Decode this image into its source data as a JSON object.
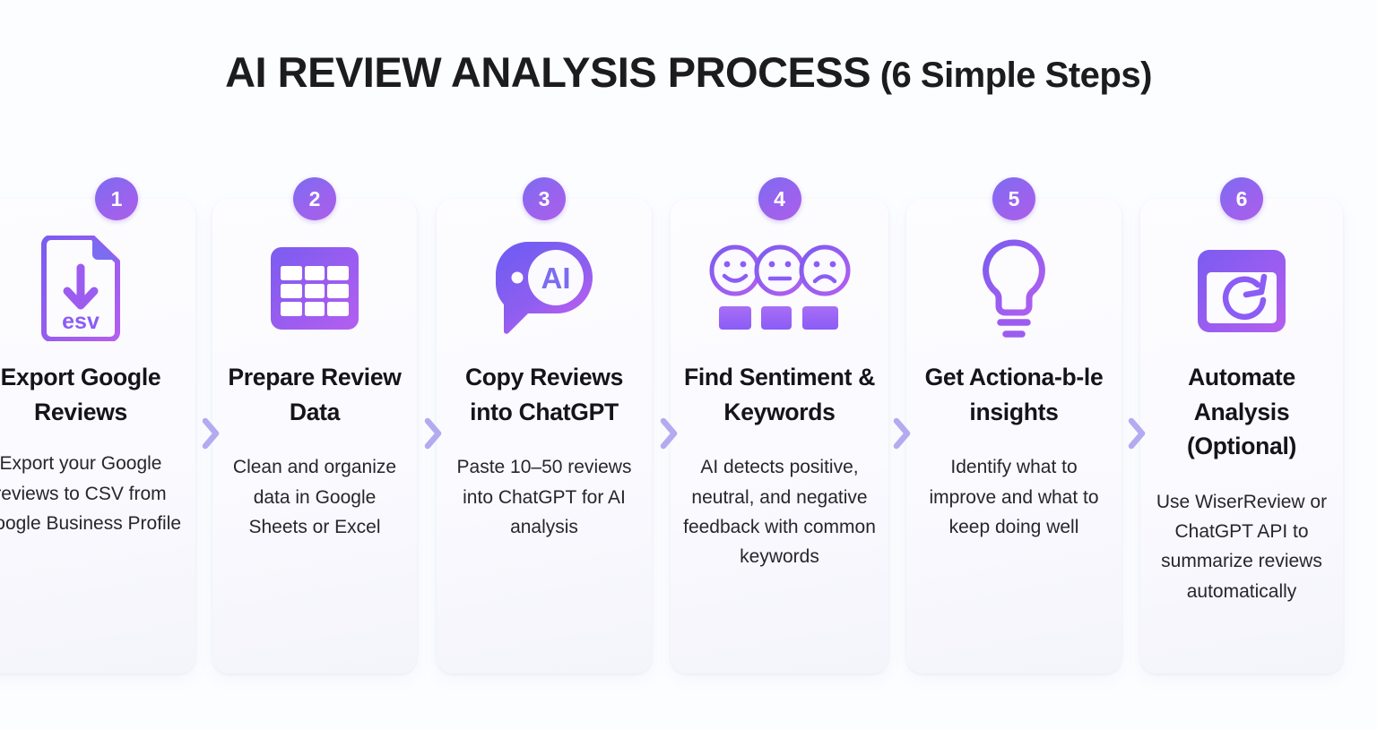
{
  "header": {
    "title_main": "AI REVIEW ANALYSIS PROCESS",
    "title_sub": " (6 Simple Steps)"
  },
  "steps": [
    {
      "number": "1",
      "icon": "csv-file-download-icon",
      "icon_label": "esv",
      "title": "Export Google Reviews",
      "desc": "Export your Google reviews to CSV from Google Business Profile"
    },
    {
      "number": "2",
      "icon": "spreadsheet-grid-icon",
      "title": "Prepare Review Data",
      "desc": "Clean and organize data in Google Sheets or Excel"
    },
    {
      "number": "3",
      "icon": "ai-chat-bubble-icon",
      "icon_label": "AI",
      "title": "Copy Reviews into ChatGPT",
      "desc": "Paste 10–50 reviews into ChatGPT for AI analysis"
    },
    {
      "number": "4",
      "icon": "sentiment-faces-icon",
      "title": "Find Sentiment & Keywords",
      "desc": "AI detects positive, neutral, and negative feedback with common keywords"
    },
    {
      "number": "5",
      "icon": "lightbulb-icon",
      "title": "Get Actiona-b-le insights",
      "desc": "Identify what to improve and what to keep doing well"
    },
    {
      "number": "6",
      "icon": "calendar-refresh-icon",
      "title": "Automate Analysis (Optional)",
      "desc": "Use WiserReview or ChatGPT API to summarize reviews automatically"
    }
  ],
  "connectors": [
    {
      "icon": "chevron-right-icon"
    },
    {
      "icon": "chevron-right-icon"
    },
    {
      "icon": "chevron-right-icon"
    },
    {
      "icon": "chevron-right-icon"
    },
    {
      "icon": "chevron-right-icon"
    }
  ],
  "colors": {
    "background": "#fcfdff",
    "card_background": "#fafaff",
    "badge_gradient_start": "#7b6cf0",
    "badge_gradient_end": "#ab5fe8",
    "accent_purple": "#8b5cf6",
    "accent_violet": "#a855f7",
    "chevron": "#b4aaf0",
    "title_text": "#1c1c1e",
    "body_text": "#26262c"
  }
}
